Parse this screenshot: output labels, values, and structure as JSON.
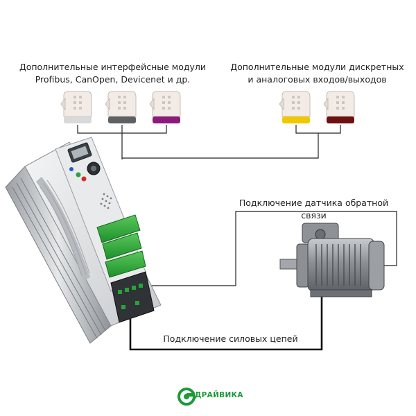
{
  "labels": {
    "interface_modules_line1": "Дополнительные интерфейсные модули",
    "interface_modules_line2": "Profibus, CanOpen, Devicenet и др.",
    "io_modules_line1": "Дополнительные модули дискретных",
    "io_modules_line2": "и аналоговых входов/выходов",
    "feedback_connection": "Подключение датчика обратной связи",
    "power_connection": "Подключение силовых цепей"
  },
  "modules": {
    "interface": [
      {
        "color": "#d9d9d9"
      },
      {
        "color": "#5f6062"
      },
      {
        "color": "#8b1a7a"
      }
    ],
    "io": [
      {
        "color": "#f0c800"
      },
      {
        "color": "#6e1010"
      }
    ]
  },
  "logo": {
    "text": "ДРАЙВИКА",
    "color": "#1e9a3a"
  }
}
